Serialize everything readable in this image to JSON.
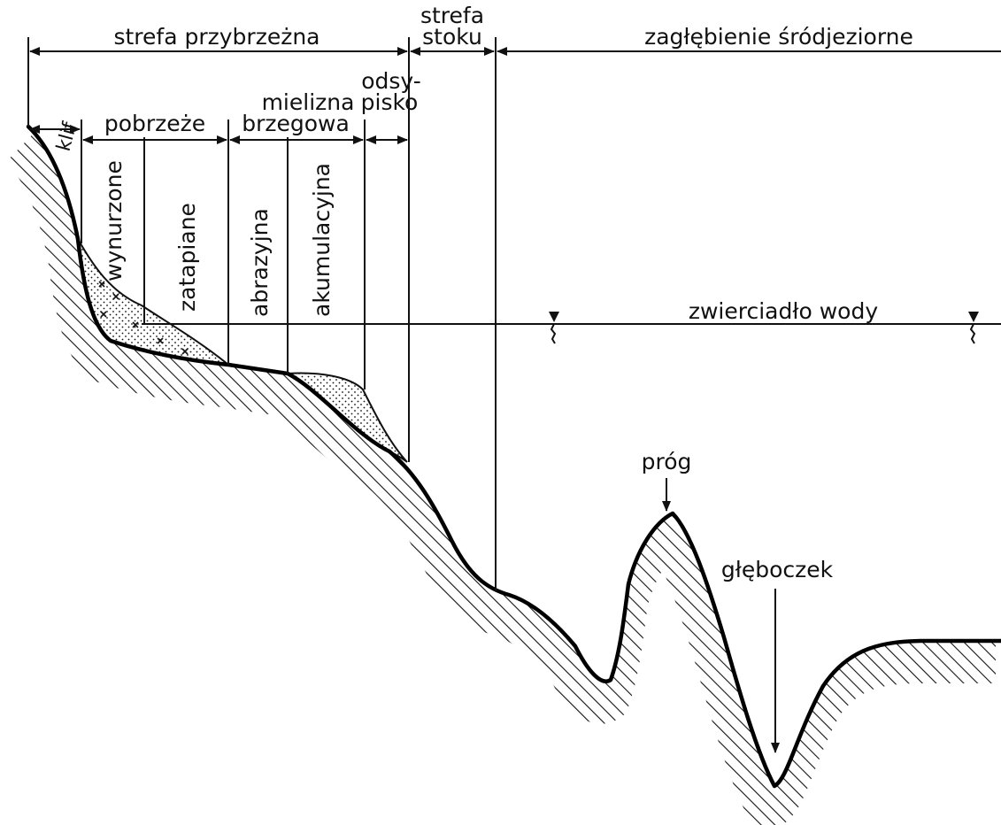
{
  "labels": {
    "coastal_zone": "strefa przybrzeżna",
    "slope_zone_1": "strefa",
    "slope_zone_2": "stoku",
    "deep_basin": "zagłębienie śródjeziorne",
    "klif": "klif",
    "pobrzeze": "pobrzeże",
    "mielizna_1": "mielizna",
    "mielizna_2": "brzegowa",
    "odsypisko_1": "odsy-",
    "odsypisko_2": "pisko",
    "wynurzone": "wynurzone",
    "zatapiane": "zatapiane",
    "abrazyjna": "abrazyjna",
    "akumulacyjna": "akumulacyjna",
    "water_level": "zwierciadło wody",
    "prog": "próg",
    "gleboczek": "głęboczek"
  },
  "colors": {
    "ink": "#111111",
    "background": "#ffffff"
  }
}
